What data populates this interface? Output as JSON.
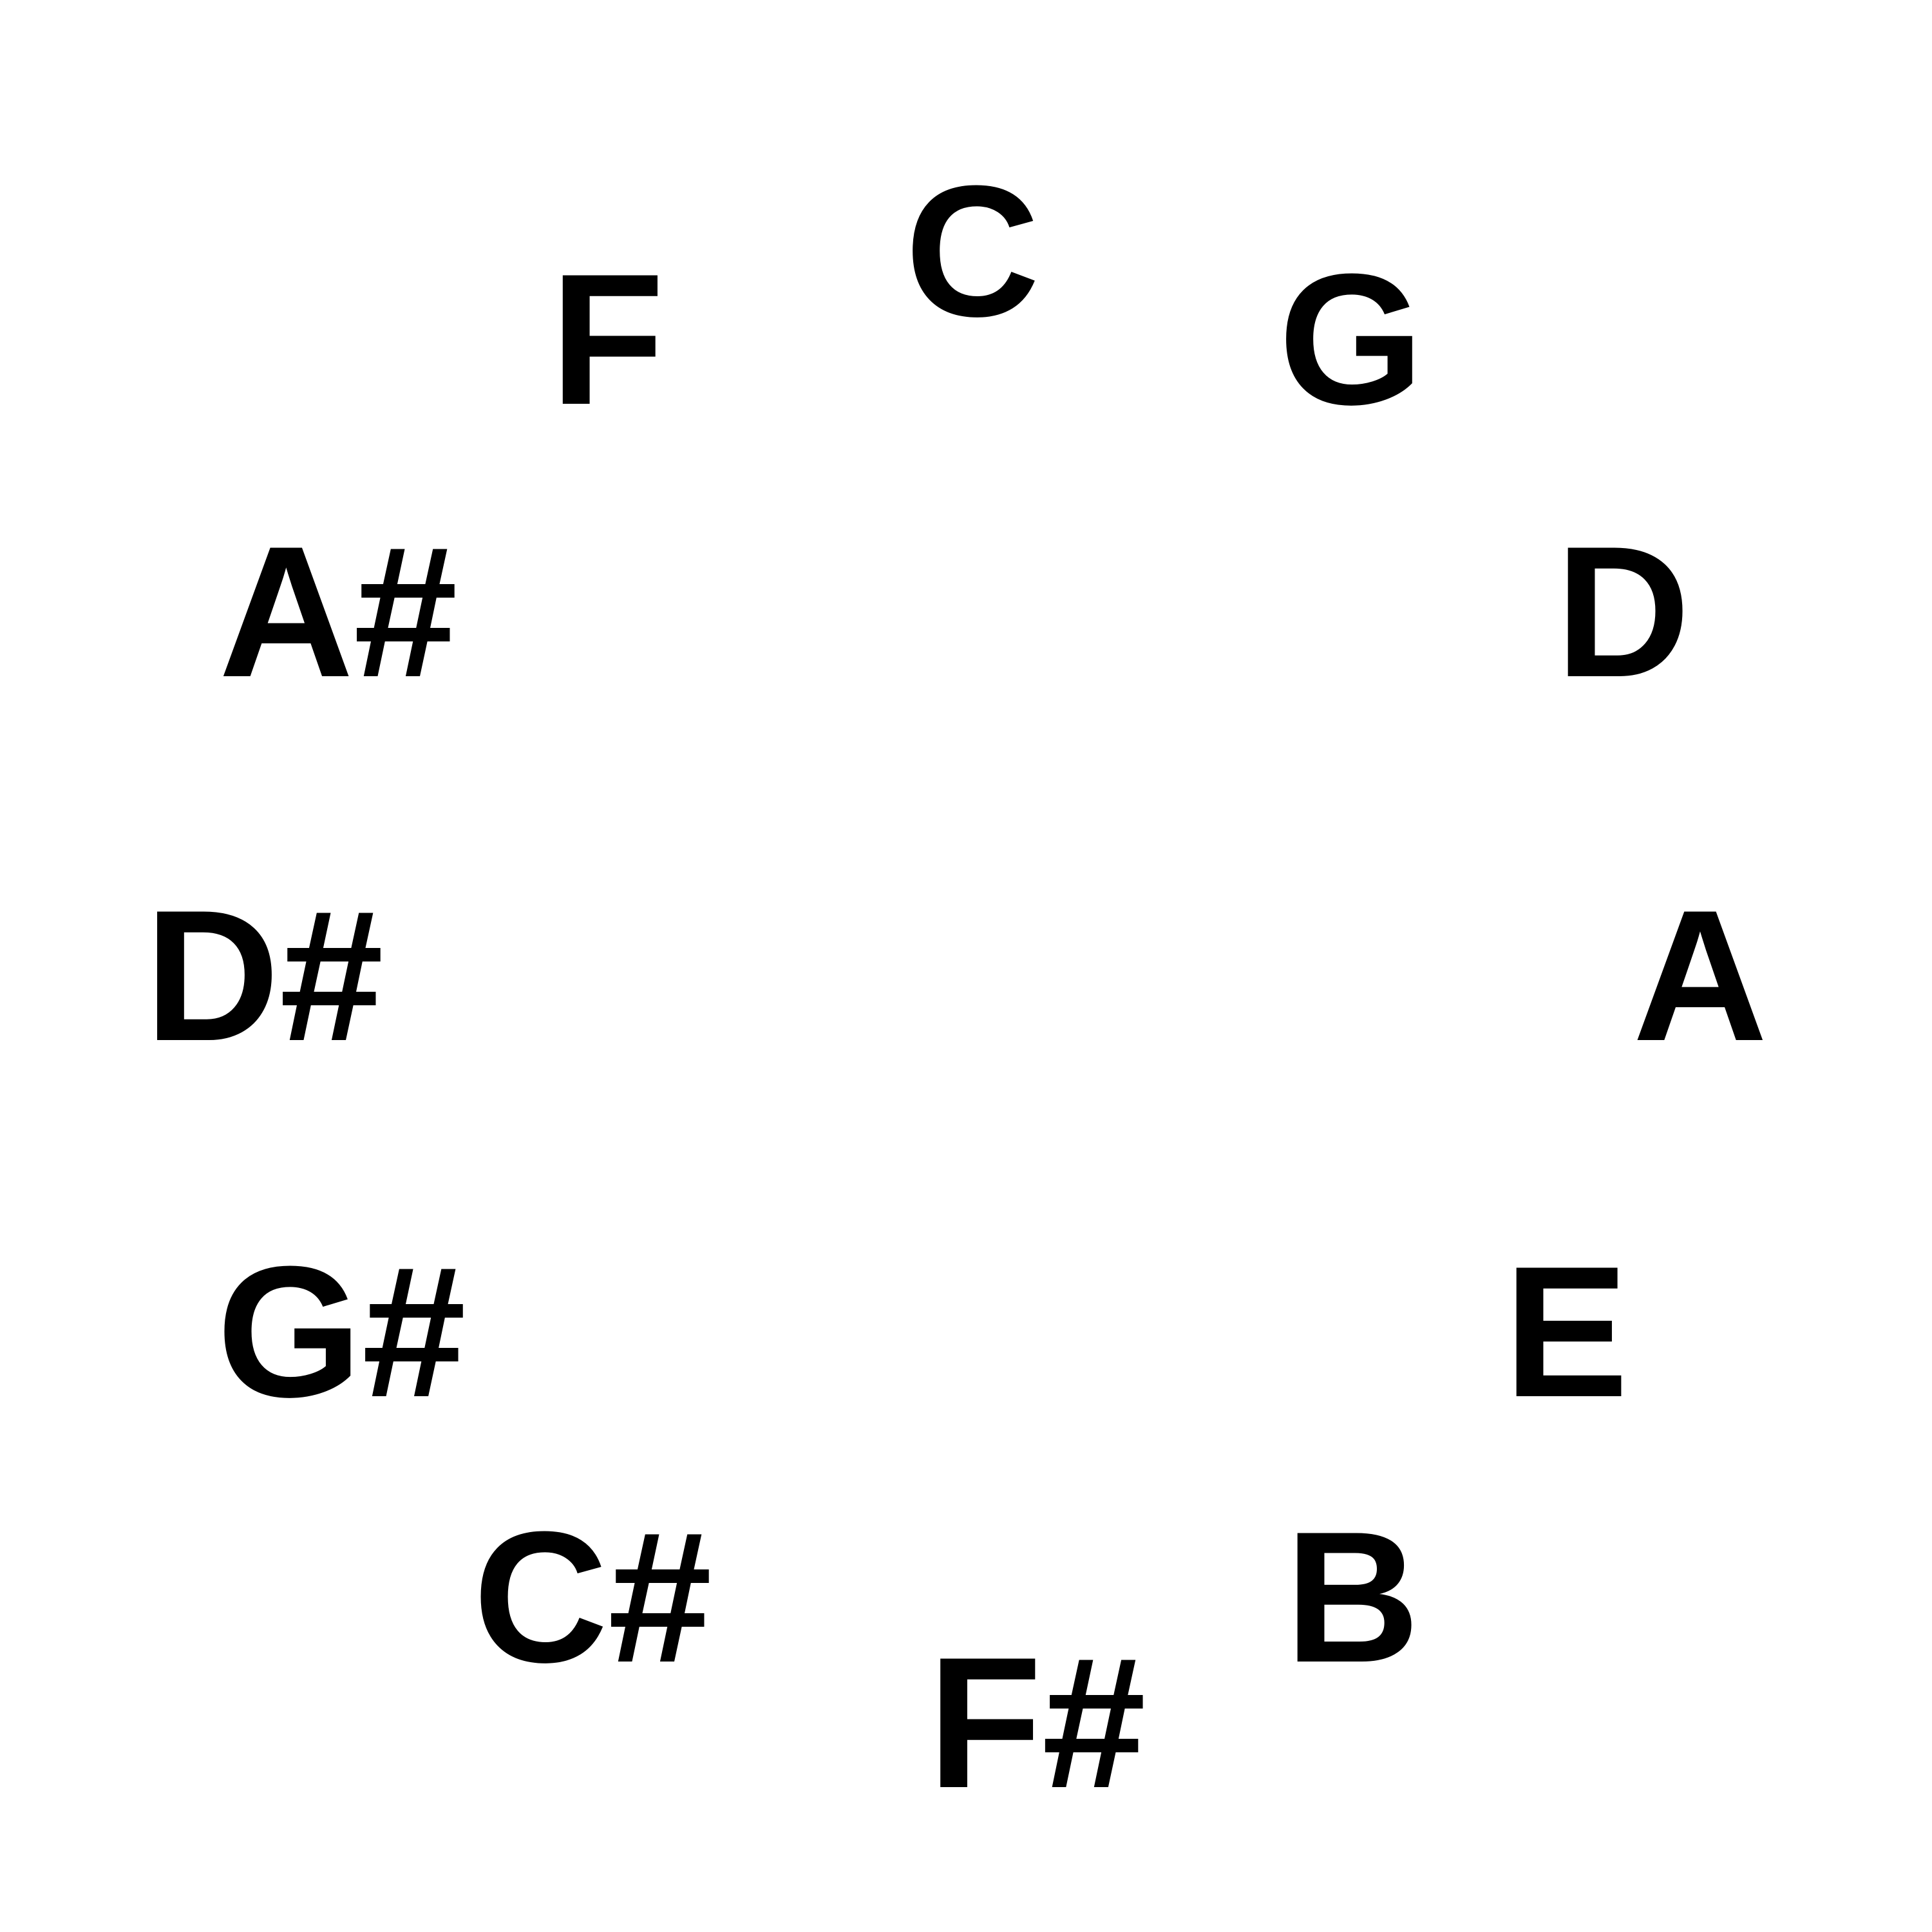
{
  "notes": {
    "c": "C",
    "g": "G",
    "d": "D",
    "a": "A",
    "e": "E",
    "b": "B",
    "f_sharp": "F#",
    "c_sharp": "C#",
    "g_sharp": "G#",
    "d_sharp": "D#",
    "a_sharp": "A#",
    "f": "F"
  }
}
